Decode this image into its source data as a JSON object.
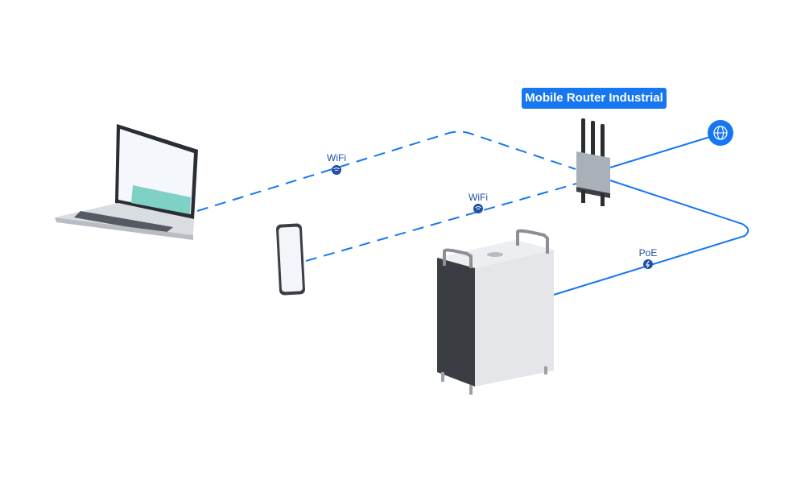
{
  "router": {
    "label": "Mobile Router Industrial"
  },
  "connections": [
    {
      "from": "laptop",
      "to": "router",
      "label": "WiFi",
      "icon": "wifi-icon",
      "style": "dashed"
    },
    {
      "from": "phone",
      "to": "router",
      "label": "WiFi",
      "icon": "wifi-icon",
      "style": "dashed"
    },
    {
      "from": "router",
      "to": "server",
      "label": "PoE",
      "icon": "power-icon",
      "style": "solid"
    },
    {
      "from": "router",
      "to": "internet",
      "label": "",
      "icon": "globe-icon",
      "style": "solid"
    }
  ],
  "colors": {
    "line": "#1677f0",
    "badge": "#1f4fa8",
    "label_bg": "#1677f0"
  }
}
